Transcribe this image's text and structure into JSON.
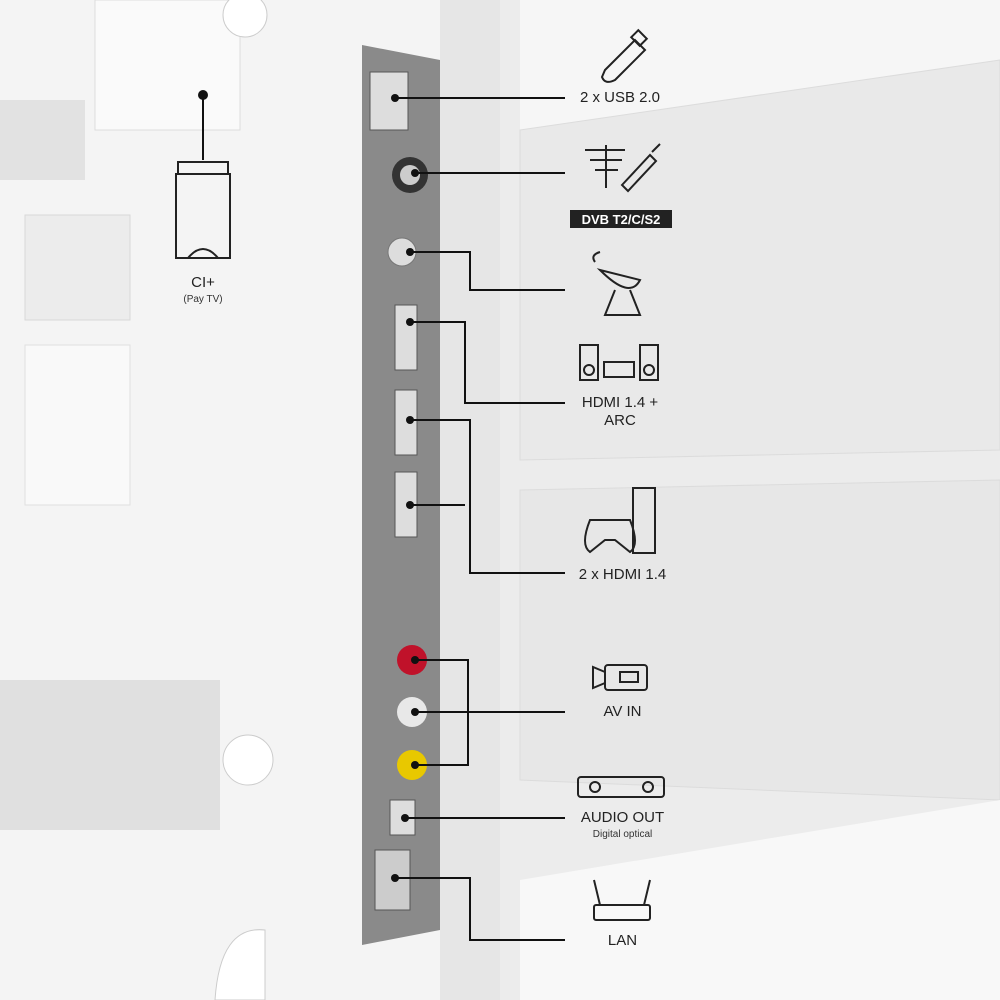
{
  "connectors": {
    "usb": {
      "label": "2 x USB 2.0",
      "icon": "usb-stick-icon"
    },
    "antenna": {
      "icon": "antenna-cable-icon",
      "logo": "DVB T2/C/S2"
    },
    "satellite": {
      "icon": "satellite-dish-icon"
    },
    "hdmi_arc": {
      "label": "HDMI 1.4 +",
      "label2": "ARC",
      "icon": "speakers-soundbar-icon"
    },
    "hdmi": {
      "label": "2 x HDMI 1.4",
      "icon": "gamepad-console-icon"
    },
    "av": {
      "label": "AV IN",
      "icon": "camcorder-icon"
    },
    "audio": {
      "label": "AUDIO OUT",
      "sublabel": "Digital optical",
      "icon": "audio-device-icon"
    },
    "lan": {
      "label": "LAN",
      "icon": "router-icon"
    },
    "ci": {
      "label": "CI+",
      "sublabel": "(Pay TV)",
      "icon": "ci-card-icon"
    }
  },
  "colors": {
    "panel": "#8a8a8a",
    "line": "#111111",
    "rca_red": "#c0122a",
    "rca_white": "#e8e8e8",
    "rca_yellow": "#e8c800"
  }
}
